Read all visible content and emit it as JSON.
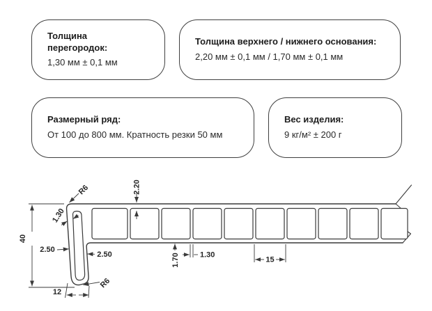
{
  "specs": [
    {
      "title": "Толщина перегородок:",
      "value": "1,30 мм ± 0,1 мм"
    },
    {
      "title": "Толщина верхнего / нижнего основания:",
      "value": "2,20 мм ± 0,1 мм / 1,70 мм ± 0,1 мм"
    },
    {
      "title": "Размерный ряд:",
      "value": "От 100 до 800 мм. Кратность резки 50 мм"
    },
    {
      "title": "Вес изделия:",
      "value": "9 кг/м² ± 200 г"
    }
  ],
  "drawing": {
    "type": "hollow-profile-cross-section",
    "line_color": "#3a3a3a",
    "dimensions": {
      "corner_radius_top": "R6",
      "top_wall_thickness": "2.20",
      "front_wall_thickness": "1.30",
      "overall_height": "40",
      "nose_front_wall": "2.50",
      "nose_back_wall": "2.50",
      "bottom_wall_thickness": "1.70",
      "partition_thickness": "1.30",
      "cell_pitch": "15",
      "nose_width": "12",
      "corner_radius_bottom": "R6"
    }
  }
}
